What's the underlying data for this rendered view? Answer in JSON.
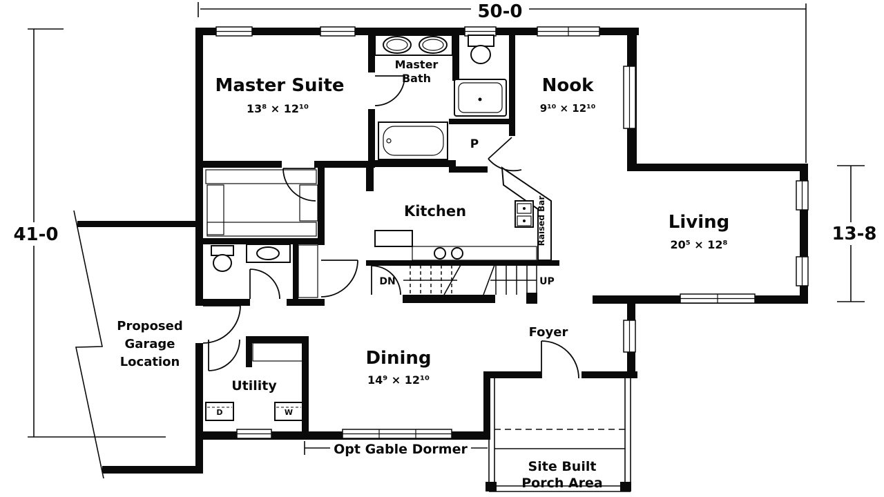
{
  "dimensions": {
    "overall_width": "50-0",
    "overall_depth": "41-0",
    "living_depth": "13-8"
  },
  "rooms": {
    "master_suite": {
      "name": "Master Suite",
      "size": "13⁸ × 12¹⁰"
    },
    "master_bath": {
      "line1": "Master",
      "line2": "Bath"
    },
    "nook": {
      "name": "Nook",
      "size": "9¹⁰ × 12¹⁰"
    },
    "living": {
      "name": "Living",
      "size": "20⁵ × 12⁸"
    },
    "kitchen": {
      "name": "Kitchen"
    },
    "dining": {
      "name": "Dining",
      "size": "14⁹ × 12¹⁰"
    },
    "utility": {
      "name": "Utility"
    },
    "foyer": {
      "name": "Foyer"
    },
    "pantry": {
      "label": "P"
    },
    "raised_bar": {
      "label": "Raised Bar"
    },
    "garage": {
      "line1": "Proposed",
      "line2": "Garage",
      "line3": "Location"
    }
  },
  "stairs": {
    "down": "DN",
    "up": "UP"
  },
  "appliances": {
    "dryer": "D",
    "washer": "W"
  },
  "annotations": {
    "dormer": "Opt Gable Dormer",
    "porch_line1": "Site Built",
    "porch_line2": "Porch Area"
  },
  "colors": {
    "ink": "#0a0a0a",
    "paper": "#ffffff"
  }
}
